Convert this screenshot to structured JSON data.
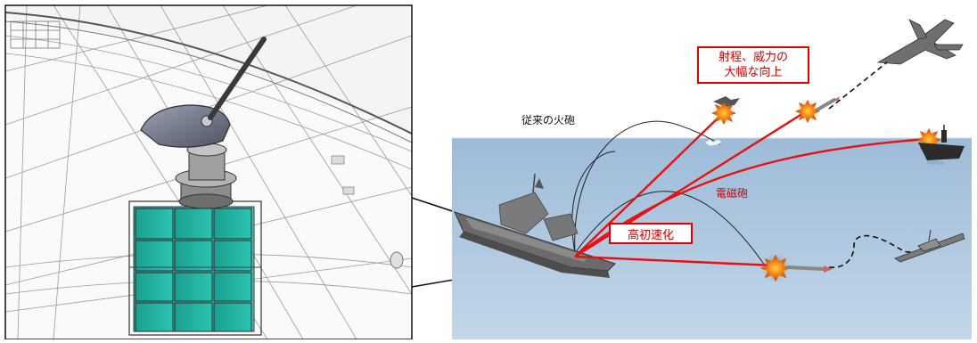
{
  "labels": {
    "conventional_gun": "従来の火砲",
    "railgun": "電磁砲",
    "range_power_line1": "射程、威力の",
    "range_power_line2": "大幅な向上",
    "high_velocity": "高初速化"
  },
  "colors": {
    "sky": "#ffffff",
    "sea": "#a9c4dd",
    "railgun_trajectory": "#e81010",
    "conventional_trajectory": "#222222",
    "ammo_magazine": "#1ca896",
    "explosion": "#f07a10",
    "label_red": "#d40000"
  }
}
